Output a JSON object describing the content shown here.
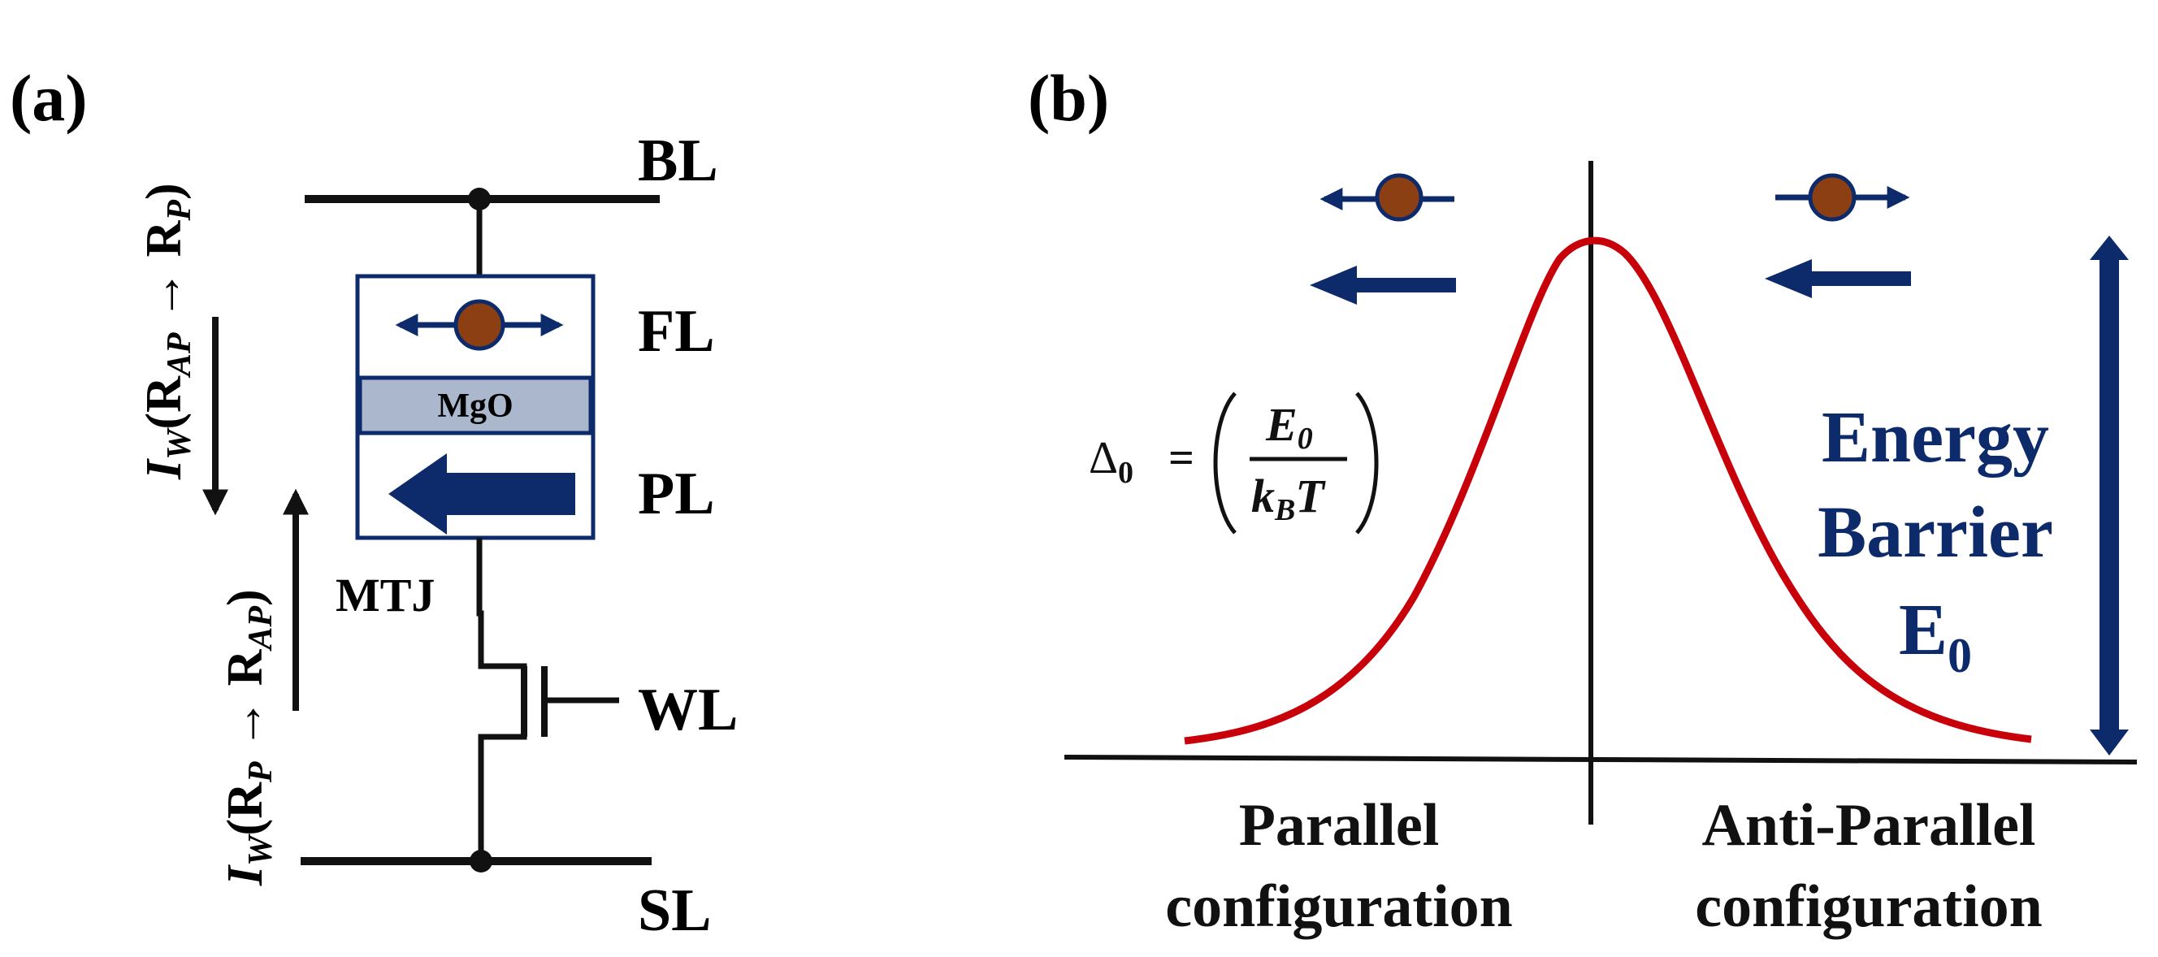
{
  "panel_a": {
    "label": "(a)",
    "bl": "BL",
    "fl": "FL",
    "mgo": "MgO",
    "pl": "PL",
    "mtj": "MTJ",
    "wl": "WL",
    "sl": "SL",
    "current_left": {
      "i": "I",
      "w": "W",
      "open": "(R",
      "sub1": "AP",
      "arrow": " → R",
      "sub2": "P",
      "close": ")"
    },
    "current_right": {
      "i": "I",
      "w": "W",
      "open": "(R",
      "sub1": "P",
      "arrow": " → R",
      "sub2": "AP",
      "close": ")"
    }
  },
  "panel_b": {
    "label": "(b)",
    "formula": {
      "lhs": "Δ",
      "lhs_sub": "0",
      "equals": "=",
      "num": "E",
      "num_sub": "0",
      "den_k": "k",
      "den_sub": "B",
      "den_t": "T"
    },
    "energy_label": {
      "line1": "Energy",
      "line2": "Barrier",
      "line3": "E",
      "line3_sub": "0"
    },
    "left_caption": {
      "line1": "Parallel",
      "line2": "configuration"
    },
    "right_caption": {
      "line1": "Anti-Parallel",
      "line2": "configuration"
    }
  },
  "colors": {
    "navy": "#0d2a6b",
    "ball": "#8b3f12",
    "curve": "#c8000a",
    "mgo": "#aab7cc",
    "line": "#111111"
  }
}
